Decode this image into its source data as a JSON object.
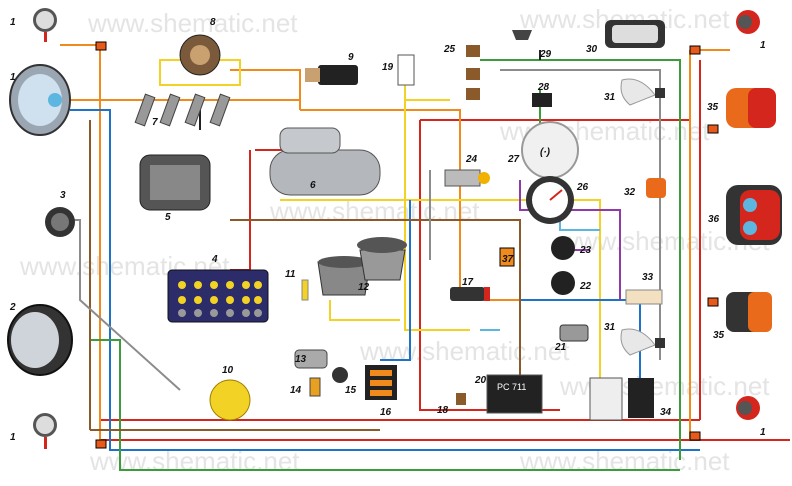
{
  "watermark": "www.shematic.net",
  "relay_text": "PC 711",
  "labels": {
    "headlamp_left_top": "1",
    "headlamp_left_bottom": "1",
    "lamp_right_top": "1",
    "lamp_right_bottom": "1",
    "headlamp_main_top": "1",
    "headlamp_main_bottom": "2",
    "horn": "3",
    "battery": "4",
    "generator": "5",
    "starter": "6",
    "spark_plugs": "7",
    "distributor": "8",
    "ignition_coil": "9",
    "fuse": "10",
    "oil_sensor": "11",
    "cups": "12",
    "motor_small": "13",
    "temp_sensor": "14",
    "switch_15": "15",
    "fuse_block": "16",
    "relay_17": "17",
    "switch_18": "18",
    "switch_19": "19",
    "relay_20": "20",
    "switch_21": "21",
    "gauge_22": "22",
    "gauge_23": "23",
    "ignition_switch": "24",
    "switch_25": "25",
    "gauge_26": "26",
    "speedometer": "27",
    "lamp_28": "28",
    "lamp_29": "29",
    "plate_lamp": "30",
    "lamp_31_top": "31",
    "lamp_31_bottom": "31",
    "lamp_32": "32",
    "washer": "33",
    "switch_34": "34",
    "tail_top": "35",
    "tail_bottom": "35",
    "combi_lamp": "36",
    "module_37": "37"
  },
  "colors": {
    "red": "#d4261c",
    "orange": "#f08a1c",
    "yellow": "#f2d224",
    "blue": "#1e73c8",
    "green": "#3a9c3a",
    "brown": "#8a5a2a",
    "gray": "#8c8c8c",
    "black": "#222222",
    "purple": "#8e3aa8",
    "lightblue": "#5cb6e0",
    "darkred": "#8c1010"
  },
  "icons": [
    "headlamp-icon",
    "battery-icon",
    "generator-icon",
    "starter-icon",
    "spark-plug-icon",
    "distributor-icon",
    "coil-icon",
    "horn-icon",
    "gauge-icon",
    "switch-icon",
    "lamp-icon",
    "relay-icon",
    "fuse-icon"
  ]
}
